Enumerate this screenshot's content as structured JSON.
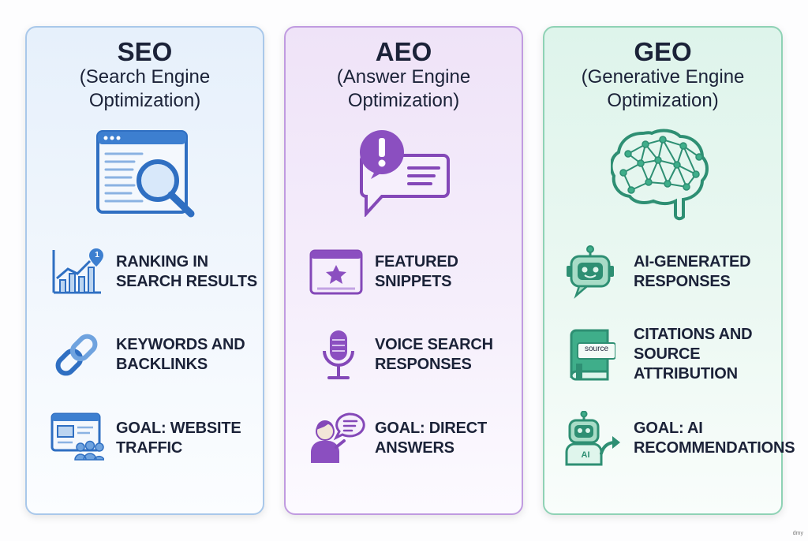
{
  "columns": [
    {
      "id": "seo",
      "title": "SEO",
      "subtitle_line1": "(Search Engine",
      "subtitle_line2": "Optimization)",
      "hero_icon": "browser-magnifier-icon",
      "items": [
        {
          "icon": "ranking-chart-icon",
          "line1": "RANKING IN",
          "line2": "SEARCH RESULTS",
          "badge": "1"
        },
        {
          "icon": "chain-link-icon",
          "line1": "KEYWORDS AND",
          "line2": "BACKLINKS"
        },
        {
          "icon": "website-traffic-icon",
          "line1": "GOAL: WEBSITE",
          "line2": "TRAFFIC"
        }
      ],
      "accent": "#2f6fc2"
    },
    {
      "id": "aeo",
      "title": "AEO",
      "subtitle_line1": "(Answer Engine",
      "subtitle_line2": "Optimization)",
      "hero_icon": "chat-alert-icon",
      "items": [
        {
          "icon": "featured-snippet-icon",
          "line1": "FEATURED",
          "line2": "SNIPPETS"
        },
        {
          "icon": "microphone-icon",
          "line1": "VOICE SEARCH",
          "line2": "RESPONSES"
        },
        {
          "icon": "person-speech-icon",
          "line1": "GOAL: DIRECT",
          "line2": "ANSWERS"
        }
      ],
      "accent": "#8448b8"
    },
    {
      "id": "geo",
      "title": "GEO",
      "subtitle_line1": "(Generative Engine",
      "subtitle_line2": "Optimization)",
      "hero_icon": "neural-brain-icon",
      "items": [
        {
          "icon": "robot-chat-icon",
          "line1": "AI-GENERATED",
          "line2": "RESPONSES"
        },
        {
          "icon": "source-book-icon",
          "line1": "CITATIONS AND",
          "line2": "SOURCE",
          "line3": "ATTRIBUTION",
          "tag": "source"
        },
        {
          "icon": "ai-robot-arrow-icon",
          "line1": "GOAL: AI",
          "line2": "RECOMMENDATIONS",
          "tag": "AI"
        }
      ],
      "accent": "#2e8f73"
    }
  ],
  "watermark": "dmy"
}
